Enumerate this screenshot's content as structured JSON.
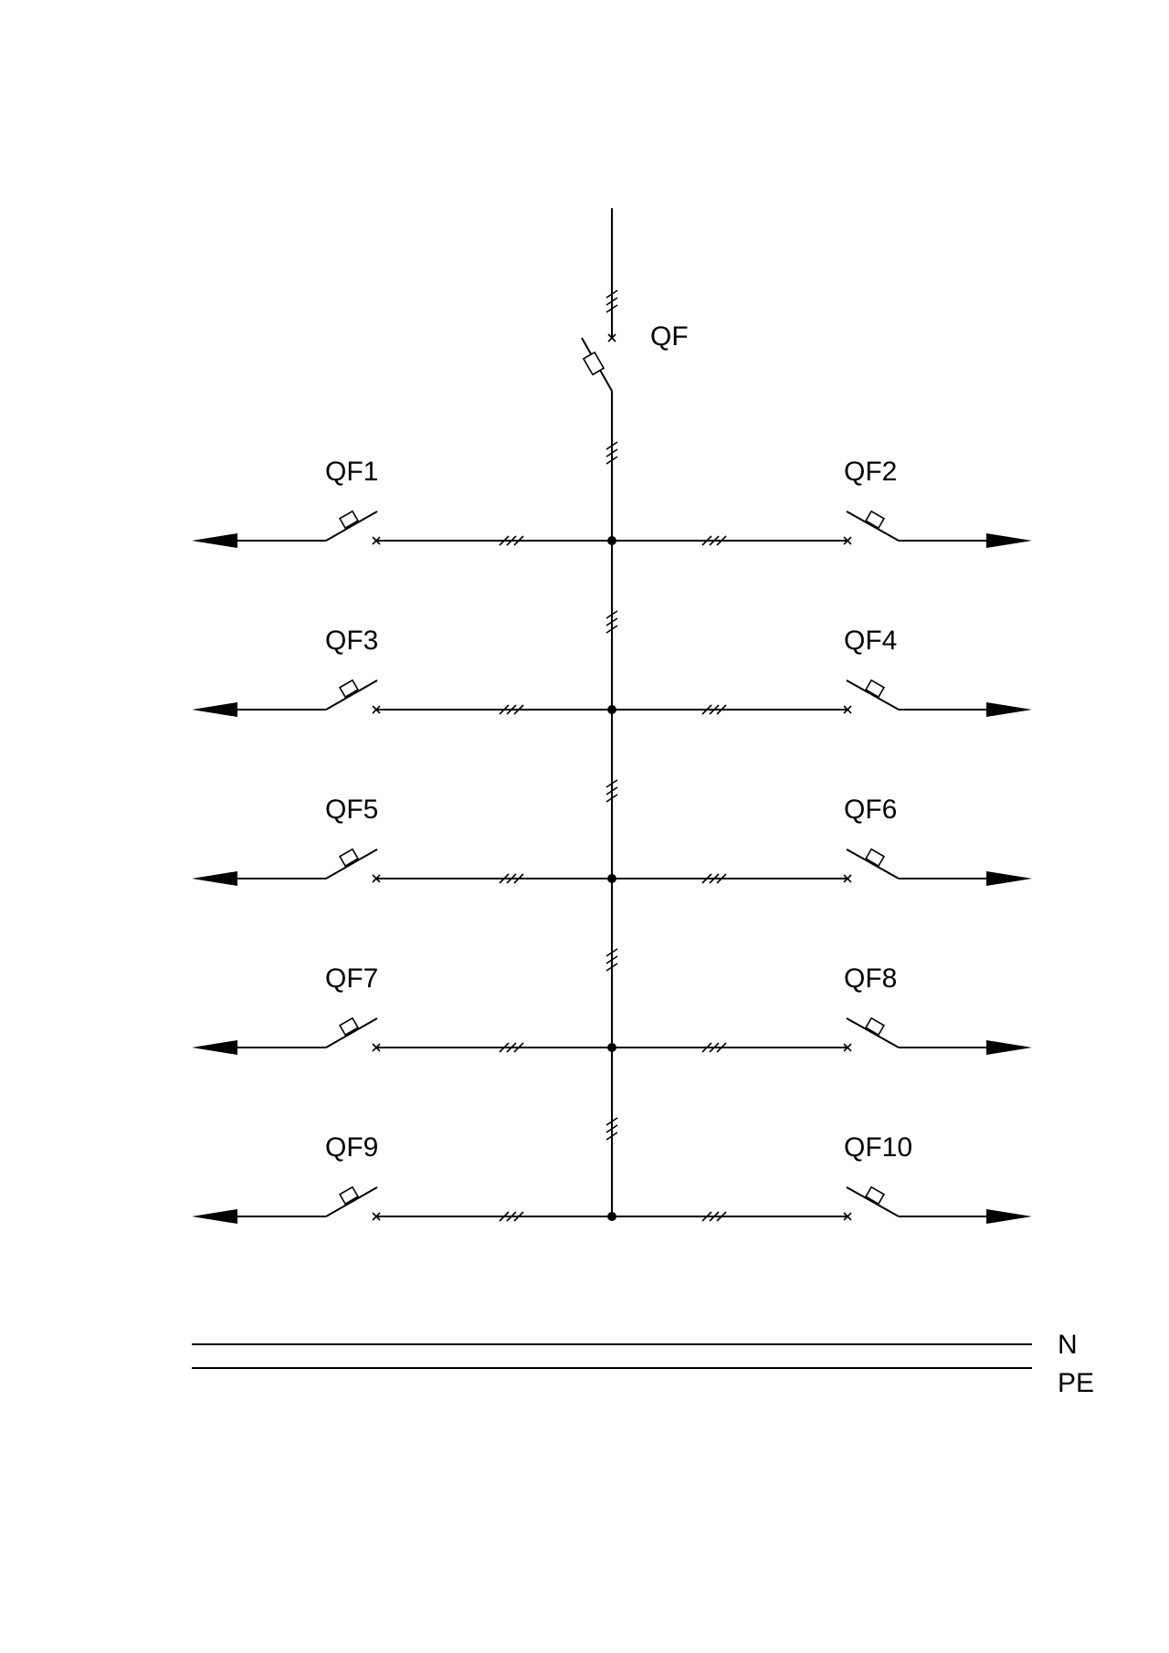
{
  "main_breaker": {
    "label": "QF"
  },
  "feeders": [
    {
      "left": "QF1",
      "right": "QF2"
    },
    {
      "left": "QF3",
      "right": "QF4"
    },
    {
      "left": "QF5",
      "right": "QF6"
    },
    {
      "left": "QF7",
      "right": "QF8"
    },
    {
      "left": "QF9",
      "right": "QF10"
    }
  ],
  "buses": {
    "neutral": "N",
    "protective_earth": "PE"
  },
  "colors": {
    "line": "#000000",
    "background": "#ffffff"
  }
}
